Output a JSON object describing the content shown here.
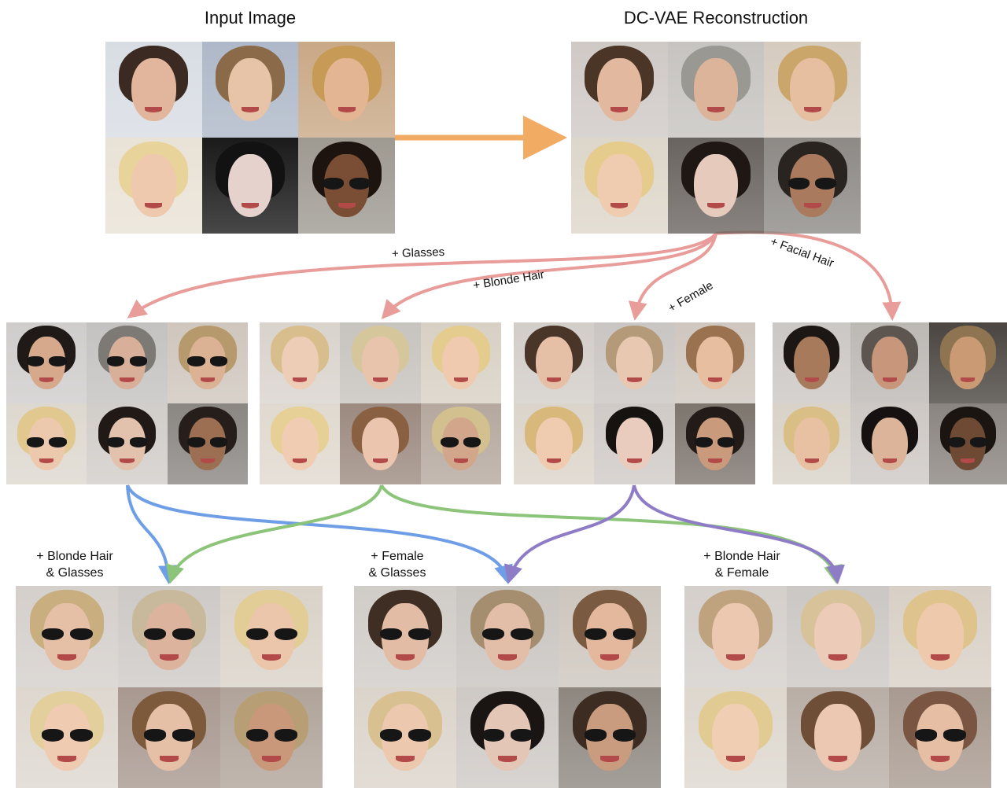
{
  "titles": {
    "input": "Input Image",
    "reconstruction": "DC-VAE Reconstruction"
  },
  "edge_labels": {
    "glasses": "+ Glasses",
    "blonde_hair": "+ Blonde Hair",
    "female": "+ Female",
    "facial_hair": "+ Facial Hair"
  },
  "combo_labels": {
    "blonde_glasses": [
      "+ Blonde Hair",
      "& Glasses"
    ],
    "female_glasses": [
      "+ Female",
      "& Glasses"
    ],
    "blonde_female": [
      "+ Blonde Hair",
      "& Female"
    ]
  },
  "colors": {
    "orange_arrow": "#f2ab62",
    "pink_arrow": "#e89d9a",
    "blue_arrow": "#6e9ee6",
    "green_arrow": "#8cc47a",
    "purple_arrow": "#8f7cc6"
  },
  "grids": {
    "input": {
      "faces": [
        {
          "hair": "#3a2a22",
          "skin": "#e2b69c",
          "bg": "#d8dde4",
          "glasses": false
        },
        {
          "hair": "#8a6a48",
          "skin": "#e7c3a8",
          "bg": "#aeb8c8",
          "glasses": false
        },
        {
          "hair": "#c79a55",
          "skin": "#e4b592",
          "bg": "#c9a886",
          "glasses": false
        },
        {
          "hair": "#e8d39a",
          "skin": "#efc9ad",
          "bg": "#e9e2d6",
          "glasses": false
        },
        {
          "hair": "#121212",
          "skin": "#e6d2cc",
          "bg": "#1a1a1a",
          "glasses": false
        },
        {
          "hair": "#1e140f",
          "skin": "#7a4e34",
          "bg": "#9e9a92",
          "glasses": true
        }
      ]
    },
    "reconstruction": {
      "faces": [
        {
          "hair": "#4a3527",
          "skin": "#e2b89e",
          "bg": "#cfc9c6",
          "glasses": false
        },
        {
          "hair": "#9a9892",
          "skin": "#dcb49a",
          "bg": "#c6c3c0",
          "glasses": false
        },
        {
          "hair": "#cba66a",
          "skin": "#e6bfa0",
          "bg": "#d5cbbf",
          "glasses": false
        },
        {
          "hair": "#e5cc8c",
          "skin": "#efcbb0",
          "bg": "#ddd6ca",
          "glasses": false
        },
        {
          "hair": "#1e1714",
          "skin": "#e6cabb",
          "bg": "#6a6460",
          "glasses": false
        },
        {
          "hair": "#2a2420",
          "skin": "#a97a5d",
          "bg": "#8d8a86",
          "glasses": true
        }
      ]
    },
    "glasses": {
      "faces": [
        {
          "hair": "#1f1a17",
          "skin": "#d6a98c",
          "bg": "#cfcccc",
          "glasses": true
        },
        {
          "hair": "#7d7a76",
          "skin": "#d8b09a",
          "bg": "#c4c2c0",
          "glasses": true
        },
        {
          "hair": "#b69a6e",
          "skin": "#dcb294",
          "bg": "#cfc6bd",
          "glasses": true
        },
        {
          "hair": "#e0c88e",
          "skin": "#ecc8ad",
          "bg": "#ddd8cf",
          "glasses": true
        },
        {
          "hair": "#201916",
          "skin": "#e2c2ad",
          "bg": "#d1cdc9",
          "glasses": true
        },
        {
          "hair": "#251e1a",
          "skin": "#9c6e52",
          "bg": "#8a8682",
          "glasses": true
        }
      ]
    },
    "blonde": {
      "faces": [
        {
          "hair": "#d8be8c",
          "skin": "#edcdb6",
          "bg": "#d9d3cd",
          "glasses": false
        },
        {
          "hair": "#d6c69c",
          "skin": "#e8c4ad",
          "bg": "#c7c3be",
          "glasses": false
        },
        {
          "hair": "#e4cc8f",
          "skin": "#efcaae",
          "bg": "#d8d0c4",
          "glasses": false
        },
        {
          "hair": "#e6d096",
          "skin": "#f0cdb2",
          "bg": "#e0d9cf",
          "glasses": false
        },
        {
          "hair": "#8a6042",
          "skin": "#ebc5ad",
          "bg": "#9c8a80",
          "glasses": false
        },
        {
          "hair": "#d2c08e",
          "skin": "#d2a68a",
          "bg": "#b5a89e",
          "glasses": true
        }
      ]
    },
    "female": {
      "faces": [
        {
          "hair": "#4a3628",
          "skin": "#e6c0a6",
          "bg": "#d2cdc8",
          "glasses": false
        },
        {
          "hair": "#b49a78",
          "skin": "#e9c8b2",
          "bg": "#c9c5c2",
          "glasses": false
        },
        {
          "hair": "#9a7250",
          "skin": "#e8bea0",
          "bg": "#cfc7bf",
          "glasses": false
        },
        {
          "hair": "#d9b87c",
          "skin": "#efcbb0",
          "bg": "#dbd4ca",
          "glasses": false
        },
        {
          "hair": "#161210",
          "skin": "#e9ccbd",
          "bg": "#cfcac6",
          "glasses": false
        },
        {
          "hair": "#231b17",
          "skin": "#c99a7c",
          "bg": "#7d756e",
          "glasses": true
        }
      ]
    },
    "facial_hair": {
      "faces": [
        {
          "hair": "#1c1714",
          "skin": "#a87a5c",
          "bg": "#cbc7c4",
          "glasses": false
        },
        {
          "hair": "#5d5650",
          "skin": "#c8967a",
          "bg": "#bcb8b4",
          "glasses": false
        },
        {
          "hair": "#8e7450",
          "skin": "#c99a74",
          "bg": "#4a4540",
          "glasses": false
        },
        {
          "hair": "#d9bf86",
          "skin": "#e8c0a2",
          "bg": "#d8d2c8",
          "glasses": false
        },
        {
          "hair": "#141110",
          "skin": "#dcb49a",
          "bg": "#cdc8c4",
          "glasses": false
        },
        {
          "hair": "#1b1512",
          "skin": "#6e4a34",
          "bg": "#8a8580",
          "glasses": true
        }
      ]
    },
    "blonde_glasses": {
      "faces": [
        {
          "hair": "#c9ae80",
          "skin": "#e6c0a6",
          "bg": "#d4cfcb",
          "glasses": true
        },
        {
          "hair": "#c8b99c",
          "skin": "#dcb49e",
          "bg": "#cdc9c6",
          "glasses": true
        },
        {
          "hair": "#e2cd96",
          "skin": "#ecc6aa",
          "bg": "#d9d2c8",
          "glasses": true
        },
        {
          "hair": "#e3cf9c",
          "skin": "#efcbb2",
          "bg": "#ddd7cf",
          "glasses": true
        },
        {
          "hair": "#7e5a3c",
          "skin": "#e6c0a6",
          "bg": "#a89890",
          "glasses": true
        },
        {
          "hair": "#b89e74",
          "skin": "#c9987a",
          "bg": "#b0a49a",
          "glasses": true
        }
      ]
    },
    "female_glasses": {
      "faces": [
        {
          "hair": "#3e2e24",
          "skin": "#e2bca4",
          "bg": "#d0ccc8",
          "glasses": true
        },
        {
          "hair": "#a58e70",
          "skin": "#e2bea8",
          "bg": "#c8c4c0",
          "glasses": true
        },
        {
          "hair": "#7a5a40",
          "skin": "#e4b89c",
          "bg": "#cdc6be",
          "glasses": true
        },
        {
          "hair": "#d8c090",
          "skin": "#ecc8ae",
          "bg": "#dbd4cb",
          "glasses": true
        },
        {
          "hair": "#1a1512",
          "skin": "#e4c6b6",
          "bg": "#cec9c5",
          "glasses": true
        },
        {
          "hair": "#3c2c22",
          "skin": "#c99c80",
          "bg": "#8e8780",
          "glasses": true
        }
      ]
    },
    "blonde_female": {
      "faces": [
        {
          "hair": "#bfa27e",
          "skin": "#ecc8b0",
          "bg": "#d4cfcb",
          "glasses": false
        },
        {
          "hair": "#d8c29a",
          "skin": "#ecccb8",
          "bg": "#cbc7c4",
          "glasses": false
        },
        {
          "hair": "#dfc38c",
          "skin": "#efc9ac",
          "bg": "#d8d0c6",
          "glasses": false
        },
        {
          "hair": "#e2cb92",
          "skin": "#f0ceb4",
          "bg": "#ddd7ce",
          "glasses": false
        },
        {
          "hair": "#6e4e36",
          "skin": "#ecc8b2",
          "bg": "#b8aea6",
          "glasses": false
        },
        {
          "hair": "#7a5642",
          "skin": "#e6bea4",
          "bg": "#a89a90",
          "glasses": true
        }
      ]
    }
  }
}
